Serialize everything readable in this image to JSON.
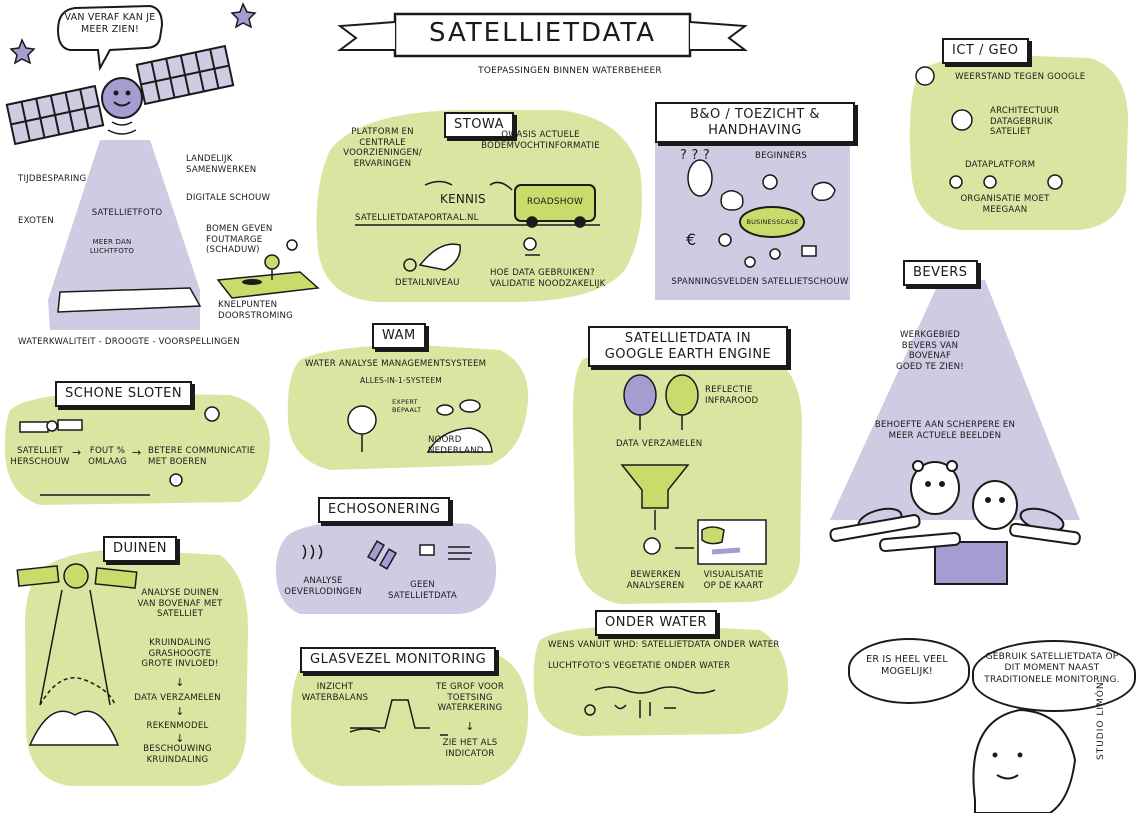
{
  "title": "SATELLIETDATA",
  "subtitle": "TOEPASSINGEN BINNEN WATERBEHEER",
  "colors": {
    "green": "#d9e6a2",
    "purple": "#cfcbe3",
    "star": "#a59cd1",
    "ink": "#1a1a1a",
    "bus": "#c8dc6c"
  },
  "satellite": {
    "speech": "VAN VERAF KAN JE MEER ZIEN!",
    "tijdbesparing": "TIJDBESPARING",
    "exoten": "EXOTEN",
    "satellietfoto": "SATELLIETFOTO",
    "meer_dan": "MEER DAN LUCHTFOTO",
    "landelijk": "LANDELIJK SAMENWERKEN",
    "digitale_schouw": "DIGITALE SCHOUW",
    "bomen": "BOMEN GEVEN FOUTMARGE (SCHADUW)",
    "knelpunten": "KNELPUNTEN DOORSTROMING",
    "waterkwaliteit": "WATERKWALITEIT - DROOGTE - VOORSPELLINGEN"
  },
  "stowa": {
    "heading": "STOWA",
    "platform": "PLATFORM EN CENTRALE VOORZIENINGEN/ ERVARINGEN",
    "owasis": "OWASIS ACTUELE BODEMVOCHTINFORMATIE",
    "kennis": "KENNIS",
    "roadshow": "ROADSHOW",
    "portaal": "SATELLIETDATAPORTAAL.NL",
    "detailniveau": "DETAILNIVEAU",
    "hoe": "HOE DATA GEBRUIKEN? VALIDATIE NOODZAKELIJK"
  },
  "bo": {
    "heading": "B&O / TOEZICHT & HANDHAVING",
    "beginners": "BEGINNERS",
    "businesscase": "BUSINESSCASE",
    "spanningsvelden": "SPANNINGSVELDEN SATELLIETSCHOUW"
  },
  "ict": {
    "heading": "ICT / GEO",
    "weerstand": "WEERSTAND TEGEN GOOGLE",
    "architectuur": "ARCHITECTUUR DATAGEBRUIK SATELIET",
    "dataplatform": "DATAPLATFORM",
    "organisatie": "ORGANISATIE MOET MEEGAAN"
  },
  "wam": {
    "heading": "WAM",
    "systeem": "WATER ANALYSE MANAGEMENTSYSTEEM",
    "alles": "ALLES-IN-1-SYSTEEM",
    "expert": "EXPERT BEPAALT",
    "noord": "NOORD NEDERLAND"
  },
  "schone_sloten": {
    "heading": "SCHONE SLOTEN",
    "satelliet": "SATELLIET HERSCHOUW",
    "fout": "FOUT % OMLAAG",
    "betere": "BETERE COMMUNICATIE MET BOEREN"
  },
  "echosonering": {
    "heading": "ECHOSONERING",
    "analyse": "ANALYSE OEVERLODINGEN",
    "geen": "GEEN SATELLIETDATA"
  },
  "google": {
    "heading": "SATELLIETDATA IN GOOGLE EARTH ENGINE",
    "reflectie": "REFLECTIE INFRAROOD",
    "verzamelen": "DATA VERZAMELEN",
    "bewerken": "BEWERKEN ANALYSEREN",
    "visualisatie": "VISUALISATIE OP DE KAART"
  },
  "bevers": {
    "heading": "BEVERS",
    "werkgebied": "WERKGEBIED BEVERS VAN BOVENAF GOED TE ZIEN!",
    "behoefte": "BEHOEFTE AAN SCHERPERE EN MEER ACTUELE BEELDEN"
  },
  "duinen": {
    "heading": "DUINEN",
    "analyse": "ANALYSE DUINEN VAN BOVENAF MET SATELLIET",
    "kruindaling": "KRUINDALING GRASHOOGTE GROTE INVLOED!",
    "verzamelen": "DATA VERZAMELEN",
    "rekenmodel": "REKENMODEL",
    "beschouwing": "BESCHOUWING KRUINDALING"
  },
  "glasvezel": {
    "heading": "GLASVEZEL MONITORING",
    "inzicht": "INZICHT WATERBALANS",
    "grof": "TE GROF VOOR TOETSING WATERKERING",
    "zie": "ZIE HET ALS INDICATOR"
  },
  "onder_water": {
    "heading": "ONDER WATER",
    "wens": "WENS VANUIT WHD: SATELLIETDATA ONDER WATER",
    "luchtfoto": "LUCHTFOTO'S VEGETATIE ONDER WATER"
  },
  "bubbles": {
    "left": "ER IS HEEL VEEL MOGELIJK!",
    "right": "GEBRUIK SATELLIETDATA OP DIT MOMENT NAAST TRADITIONELE MONITORING."
  },
  "credit": "STUDIO LIMÓN"
}
